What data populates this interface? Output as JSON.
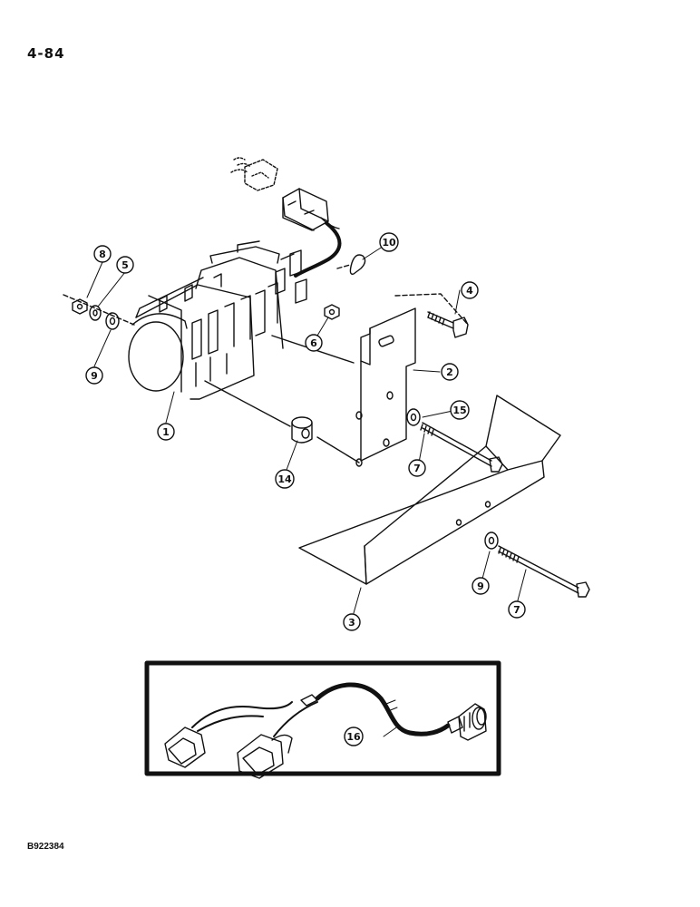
{
  "page_number": "4-84",
  "figure_code": "B922384",
  "callouts": {
    "c1": "1",
    "c2": "2",
    "c3": "3",
    "c4": "4",
    "c5": "5",
    "c6": "6",
    "c7a": "7",
    "c7b": "7",
    "c8": "8",
    "c9a": "9",
    "c9b": "9",
    "c10": "10",
    "c14": "14",
    "c15": "15",
    "c16": "16"
  }
}
